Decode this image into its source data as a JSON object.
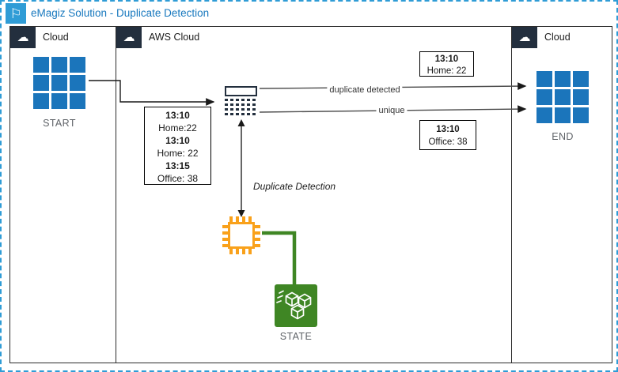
{
  "title": "eMagiz Solution - Duplicate Detection",
  "regions": [
    {
      "id": "cloud-left",
      "label": "Cloud"
    },
    {
      "id": "aws-cloud",
      "label": "AWS Cloud"
    },
    {
      "id": "cloud-right",
      "label": "Cloud"
    }
  ],
  "nodes": {
    "start": {
      "label": "START",
      "icon": "app-grid-icon",
      "color": "#1b75bb"
    },
    "end": {
      "label": "END",
      "icon": "app-grid-icon",
      "color": "#1b75bb"
    },
    "filter": {
      "icon": "dedup-filter-icon",
      "color": "#232f3e"
    },
    "processor": {
      "icon": "chip-icon",
      "label": "Duplicate Detection",
      "color": "#f9a11b"
    },
    "state": {
      "label": "STATE",
      "icon": "state-cubes-icon",
      "color": "#3f8624"
    }
  },
  "edge_labels": {
    "duplicate_detected": "duplicate detected",
    "unique": "unique"
  },
  "notes": {
    "queue_contents": {
      "lines": [
        "13:10",
        "Home:22",
        "13:10",
        "Home: 22",
        "13:15",
        "Office: 38"
      ]
    },
    "duplicate_output": {
      "lines": [
        "13:10",
        "Home: 22"
      ]
    },
    "unique_output": {
      "lines": [
        "13:10",
        "Office: 38"
      ]
    }
  },
  "icons": {
    "flag": "flag-icon",
    "cloud": "cloud-icon",
    "app_grid": "blue 3x3 squares",
    "dedup_filter": "bar over dotted rows",
    "chip": "orange cpu outline",
    "state_cubes": "green box with white cubes"
  },
  "colors": {
    "accent_blue": "#1778be",
    "node_blue": "#1b75bb",
    "aws_dark": "#232f3e",
    "orange": "#f9a11b",
    "green": "#3f8624",
    "dashed_border": "#2f9cd6"
  }
}
